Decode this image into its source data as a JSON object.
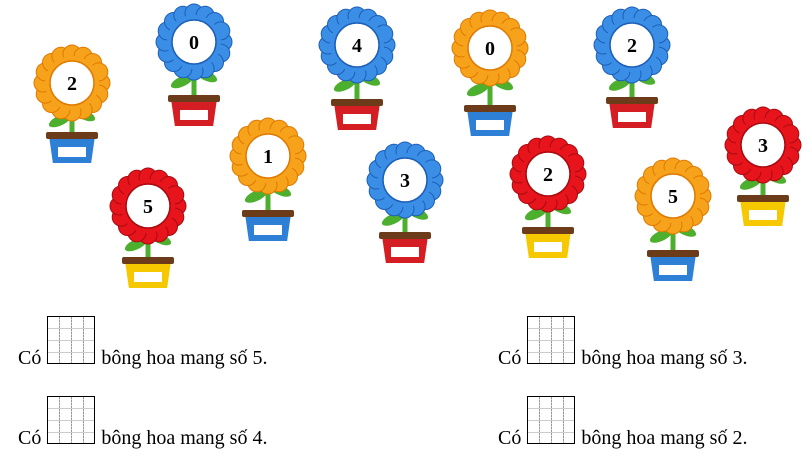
{
  "colors": {
    "orange": {
      "petal": "#f7a21b",
      "edge": "#e07a00"
    },
    "blue": {
      "petal": "#3a8ee6",
      "edge": "#1d5fb8"
    },
    "red": {
      "petal": "#e8141c",
      "edge": "#a80a10"
    },
    "pot_red": "#d41e24",
    "pot_blue": "#2e7fd6",
    "pot_yellow": "#f5c800",
    "stem": "#4caf2e"
  },
  "flowers": [
    {
      "number": "2",
      "petal": "orange",
      "pot": "pot_blue"
    },
    {
      "number": "0",
      "petal": "blue",
      "pot": "pot_red"
    },
    {
      "number": "4",
      "petal": "blue",
      "pot": "pot_red"
    },
    {
      "number": "0",
      "petal": "orange",
      "pot": "pot_blue"
    },
    {
      "number": "2",
      "petal": "blue",
      "pot": "pot_red"
    },
    {
      "number": "5",
      "petal": "red",
      "pot": "pot_yellow"
    },
    {
      "number": "1",
      "petal": "orange",
      "pot": "pot_blue"
    },
    {
      "number": "3",
      "petal": "blue",
      "pot": "pot_red"
    },
    {
      "number": "2",
      "petal": "red",
      "pot": "pot_yellow"
    },
    {
      "number": "5",
      "petal": "orange",
      "pot": "pot_blue"
    },
    {
      "number": "3",
      "petal": "red",
      "pot": "pot_yellow"
    }
  ],
  "questions": [
    {
      "prefix": "Có",
      "suffix": "bông hoa mang số 5.",
      "answer": ""
    },
    {
      "prefix": "Có",
      "suffix": "bông hoa mang số 3.",
      "answer": ""
    },
    {
      "prefix": "Có",
      "suffix": "bông hoa mang số 4.",
      "answer": ""
    },
    {
      "prefix": "Có",
      "suffix": "bông hoa mang số 2.",
      "answer": ""
    }
  ]
}
